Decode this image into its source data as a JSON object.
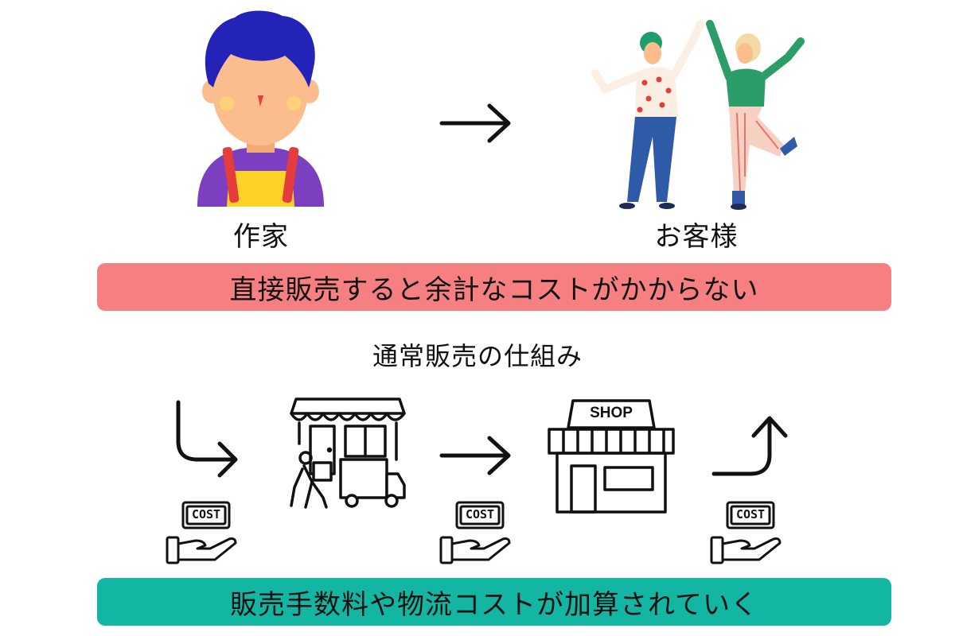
{
  "top": {
    "creator_label": "作家",
    "customer_label": "お客様",
    "direct_banner": "直接販売すると余計なコストがかからない"
  },
  "flow": {
    "title": "通常販売の仕組み",
    "cost_label": "COST",
    "shop_sign": "SHOP",
    "bottom_banner": "販売手数料や物流コストが加算されていく"
  },
  "colors": {
    "red_banner": "#f67f82",
    "teal_banner": "#13b5a3",
    "hair": "#2323b8",
    "skin": "#fbbd8e",
    "apron": "#ffd228",
    "shirt": "#7b3fc0"
  }
}
